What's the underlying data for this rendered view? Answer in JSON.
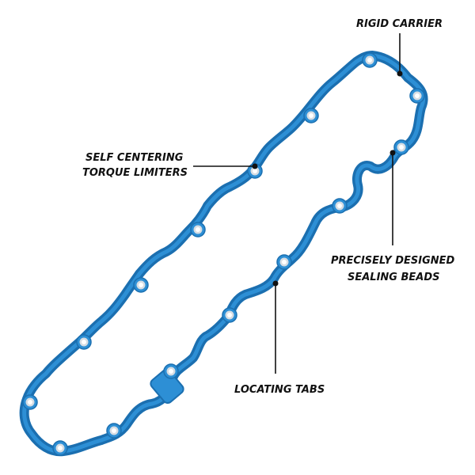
{
  "colors": {
    "gasket_fill": "#2d8fd5",
    "gasket_edge": "#1b6fb0",
    "bolt_ring": "#d7dde3",
    "bolt_hole": "#ffffff",
    "label": "#111111",
    "background": "#ffffff"
  },
  "callouts": {
    "rigid_carrier": {
      "lines": [
        "RIGID CARRIER"
      ]
    },
    "torque_limiters": {
      "lines": [
        "SELF CENTERING",
        "TORQUE LIMITERS"
      ]
    },
    "sealing_beads": {
      "lines": [
        "PRECISELY DESIGNED",
        "SEALING BEADS"
      ]
    },
    "locating_tabs": {
      "lines": [
        "LOCATING TABS"
      ]
    }
  },
  "gasket": {
    "bolt_hole_count": 15
  }
}
